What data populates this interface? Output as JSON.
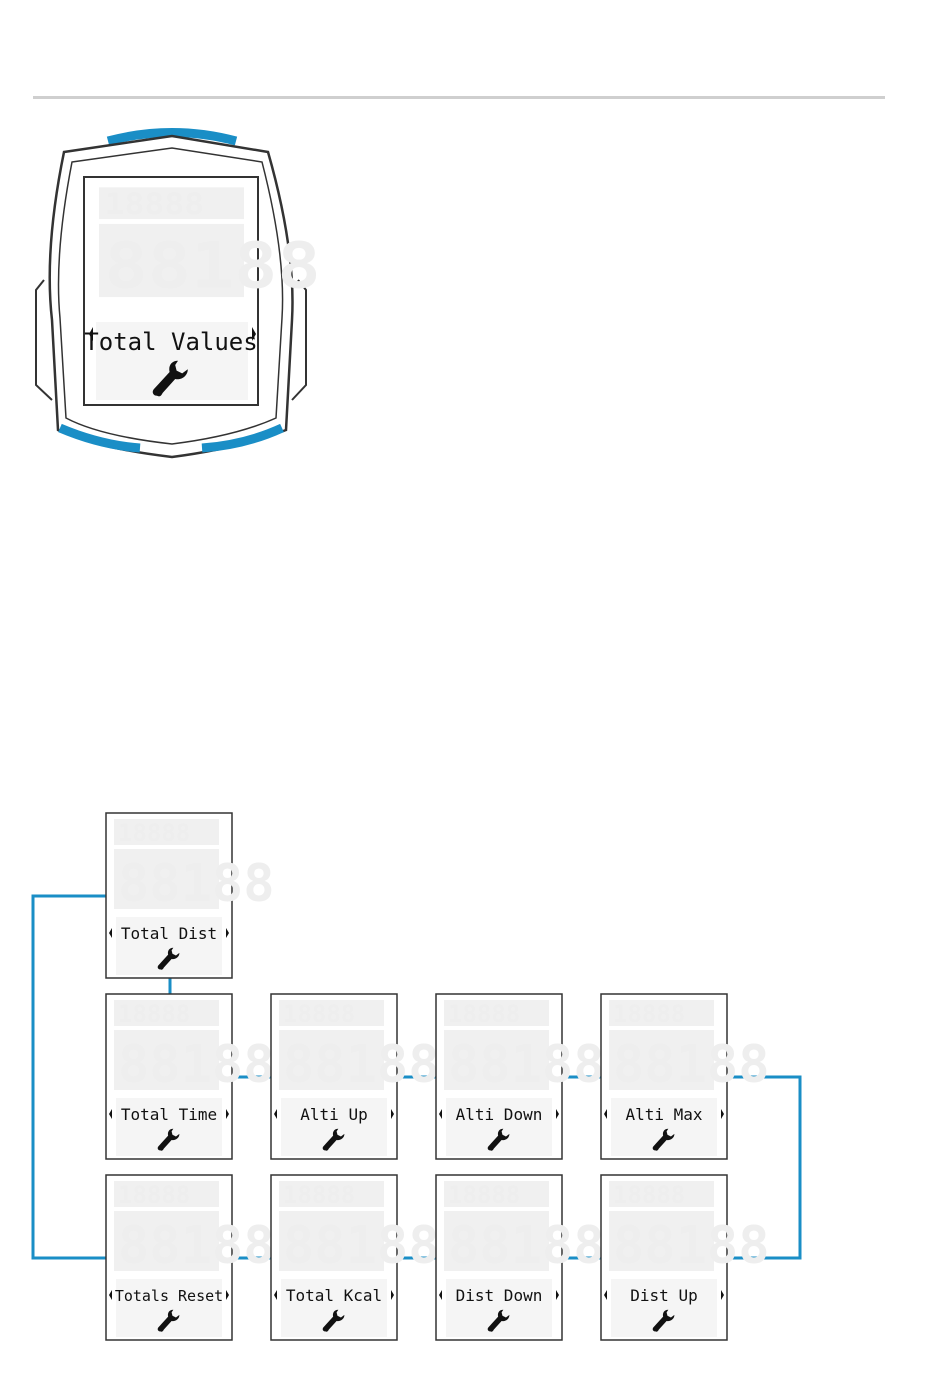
{
  "hero": {
    "display_label": "Total Values",
    "icon": "wrench-icon"
  },
  "flow": {
    "line_color": "#1a8ec6",
    "screens": {
      "total_dist": "Total Dist",
      "total_time": "Total Time",
      "alti_up": "Alti Up",
      "alti_down": "Alti Down",
      "alti_max": "Alti Max",
      "totals_reset": "Totals Reset",
      "total_kcal": "Total Kcal",
      "dist_down": "Dist Down",
      "dist_up": "Dist Up"
    },
    "icon": "wrench-icon"
  },
  "colors": {
    "accent_blue": "#1a8ec6",
    "device_outline": "#333333",
    "rule_gray": "#cfcfcf",
    "lcd_background": "#f5f5f5"
  }
}
